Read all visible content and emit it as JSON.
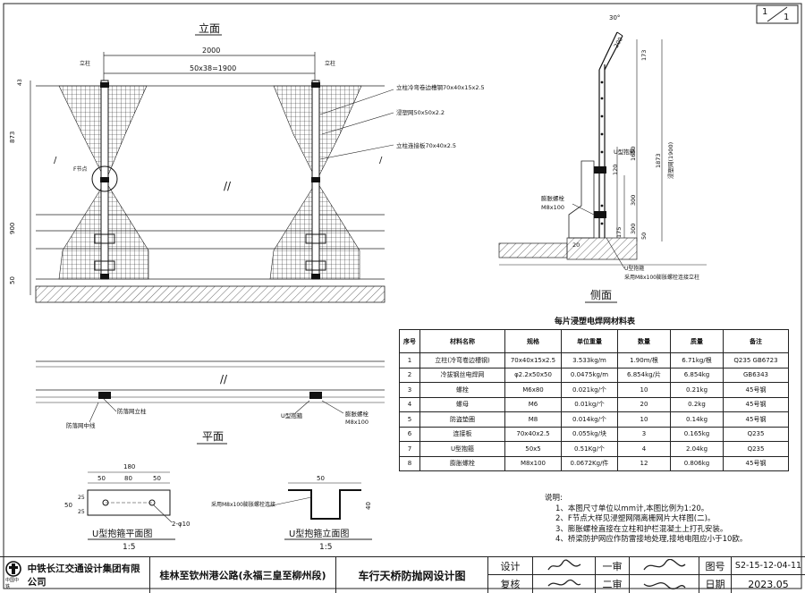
{
  "sheet": {
    "page": "1",
    "total": "1"
  },
  "front_view": {
    "title": "立面",
    "dims": {
      "overall": "2000",
      "mesh_spacing": "50x38=1900",
      "top": "43",
      "upper": "873",
      "lower": "900",
      "base": "50"
    },
    "labels": {
      "post_left": "立柱",
      "post_right": "立柱",
      "f_node": "F节点",
      "l1": "立柱冷弯卷边槽钢70x40x15x2.5",
      "l2": "浸塑网50x50x2.2",
      "l3": "立柱连接板70x40x2.5"
    }
  },
  "plan_view": {
    "title": "平面",
    "l1": "防落网立柱",
    "l2": "防落网中线",
    "l3": "U型抱箍",
    "l4": "膨胀螺栓",
    "l5": "M8x100"
  },
  "side_view": {
    "title": "侧面",
    "dims": {
      "angle": "30°",
      "d200": "200",
      "d173": "173",
      "d1873": "1873",
      "d1650": "1650",
      "d_mesh": "浸塑网(1900)",
      "d120": "120",
      "d300a": "300",
      "d300b": "300",
      "d175": "175",
      "d50": "50",
      "d20": "20"
    },
    "labels": {
      "u_clamp": "U型抱箍",
      "bolt": "膨胀螺栓",
      "bolt_size": "M8x100",
      "bottom1": "U型抱箍",
      "bottom2": "采用M8x100膨胀螺栓连接立柱"
    }
  },
  "u_plan": {
    "title": "U型抱箍平面图",
    "scale": "1:5",
    "d180": "180",
    "d50a": "50",
    "d80": "80",
    "d50b": "50",
    "d50h": "50",
    "d25a": "25",
    "d25b": "25",
    "hole": "2-φ10"
  },
  "u_elev": {
    "title": "U型抱箍立面图",
    "scale": "1:5",
    "note": "采用M8x100膨胀螺栓连接",
    "d50": "50",
    "d40": "40"
  },
  "material_table": {
    "title": "每片浸塑电焊网材料表",
    "headers": [
      "序号",
      "材料名称",
      "规格",
      "单位重量",
      "数量",
      "质量",
      "备注"
    ],
    "rows": [
      [
        "1",
        "立柱(冷弯卷边槽钢)",
        "70x40x15x2.5",
        "3.533kg/m",
        "1.90m/根",
        "6.71kg/根",
        "Q235  GB6723"
      ],
      [
        "2",
        "冷拔钢丝电焊网",
        "φ2.2x50x50",
        "0.0475kg/m",
        "6.854kg/片",
        "6.854kg",
        "GB6343"
      ],
      [
        "3",
        "螺栓",
        "M6x80",
        "0.021kg/个",
        "10",
        "0.21kg",
        "45号钢"
      ],
      [
        "4",
        "螺母",
        "M6",
        "0.01kg/个",
        "20",
        "0.2kg",
        "45号钢"
      ],
      [
        "5",
        "防盗垫圈",
        "M8",
        "0.014kg/个",
        "10",
        "0.14kg",
        "45号钢"
      ],
      [
        "6",
        "连接板",
        "70x40x2.5",
        "0.055kg/块",
        "3",
        "0.165kg",
        "Q235"
      ],
      [
        "7",
        "U型抱箍",
        "50x5",
        "0.51Kg/个",
        "4",
        "2.04kg",
        "Q235"
      ],
      [
        "8",
        "膨胀螺栓",
        "M8x100",
        "0.0672Kg/件",
        "12",
        "0.806kg",
        "45号钢"
      ]
    ]
  },
  "notes": {
    "title": "说明:",
    "items": [
      "1、本图尺寸单位以mm计,本图比例为1:20。",
      "2、F节点大样见浸塑网隔离栅网片大样图(二)。",
      "3、膨胀螺栓直接在立柱和护栏混凝土上打孔安装。",
      "4、桥梁防护网应作防雷接地处理,接地电阻应小于10欧。"
    ]
  },
  "title_block": {
    "company": "中铁长江交通设计集团有限公司",
    "logo_text": "中国中铁",
    "project": "桂林至钦州港公路(永福三皇至柳州段)",
    "drawing": "车行天桥防抛网设计图",
    "design": "设计",
    "review": "复核",
    "check1": "一审",
    "check2": "二审",
    "drawing_no_label": "图号",
    "drawing_no": "S2-15-12-04-11",
    "date_label": "日期",
    "date": "2023.05"
  }
}
